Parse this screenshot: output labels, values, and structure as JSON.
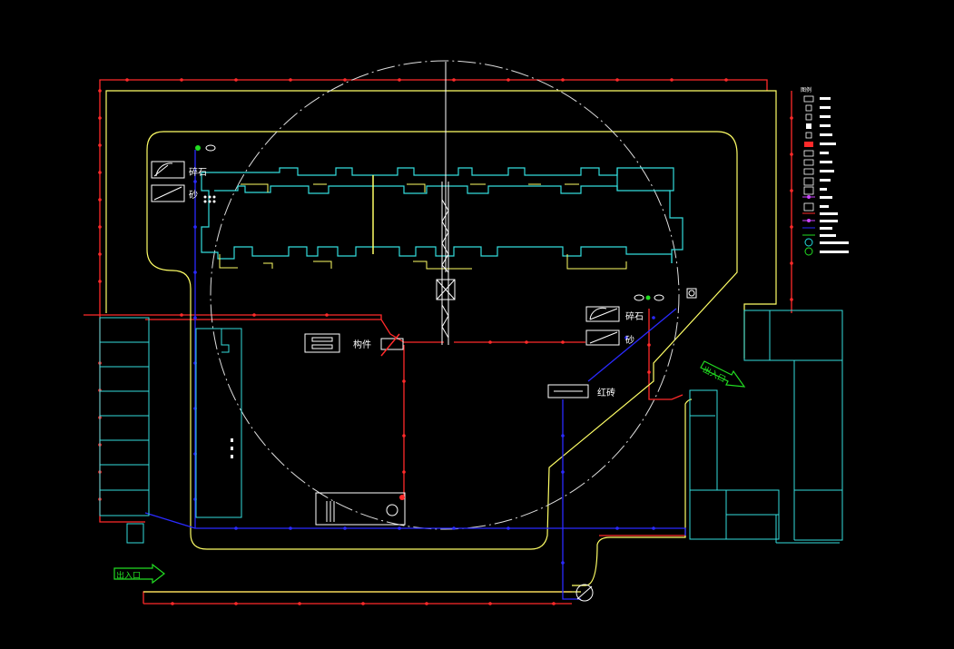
{
  "labels": {
    "crushed_stone_top": "碎石",
    "sand_top": "砂",
    "components": "构件",
    "crushed_stone_right": "碎石",
    "sand_right": "砂",
    "red_brick": "红砖",
    "entrance_exit_bottom": "出入口",
    "entrance_exit_right": "出入口"
  },
  "legend": {
    "title": "图例"
  },
  "colors": {
    "background": "#000000",
    "site_boundary_red": "#ff2a2a",
    "road_yellow": "#ffff66",
    "building_cyan": "#33dddd",
    "water_blue": "#2a2aff",
    "crane_white": "#ffffff",
    "arrow_green": "#22dd22"
  }
}
